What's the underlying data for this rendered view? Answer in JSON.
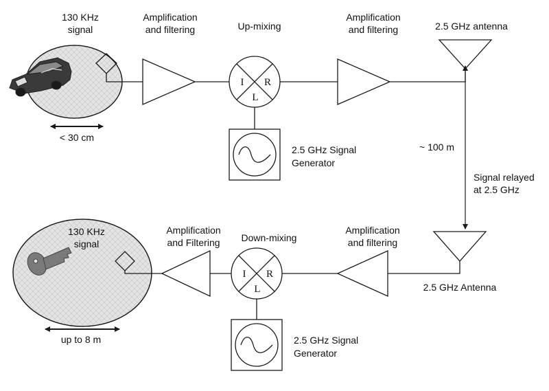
{
  "top": {
    "source_label": [
      "130 KHz",
      "signal"
    ],
    "distance_label": "< 30 cm",
    "amp1_label": [
      "Amplification",
      "and filtering"
    ],
    "mixer_label": "Up-mixing",
    "amp2_label": [
      "Amplification",
      "and filtering"
    ],
    "antenna_label": "2.5 GHz antenna",
    "generator_label": [
      "2.5 GHz Signal",
      "Generator"
    ]
  },
  "link": {
    "distance_label": "~ 100 m",
    "relay_label": [
      "Signal relayed",
      "at 2.5 GHz"
    ]
  },
  "bottom": {
    "key_label": [
      "130 KHz",
      "signal"
    ],
    "distance_label": "up to 8 m",
    "amp1_label": [
      "Amplification",
      "and Filtering"
    ],
    "mixer_label": "Down-mixing",
    "amp2_label": [
      "Amplification",
      "and filtering"
    ],
    "antenna_label": "2.5 GHz Antenna",
    "generator_label": [
      "2.5 GHz Signal",
      "Generator"
    ]
  },
  "mixer_ports": {
    "i": "I",
    "r": "R",
    "l": "L"
  },
  "colors": {
    "stroke": "#1a1a1a",
    "ellipse_fill": "#e4e4e4",
    "mesh": "#c4c4c4",
    "car": "#3a3a3a",
    "key": "#7a7a7a"
  },
  "icons": [
    "car-icon",
    "key-icon",
    "loop-antenna-icon",
    "sine-wave-icon",
    "double-arrow-icon",
    "mixer-icon",
    "amplifier-icon",
    "antenna-icon"
  ]
}
